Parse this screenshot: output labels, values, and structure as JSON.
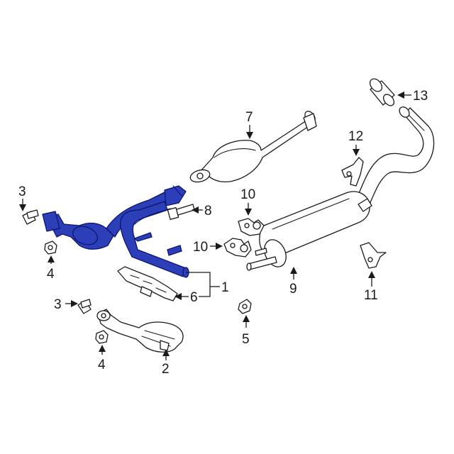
{
  "diagram": {
    "colors": {
      "highlight": "#2c3fb8",
      "line": "#1a1a1a",
      "background": "#ffffff"
    },
    "callouts": {
      "c1": "1",
      "c2": "2",
      "c3a": "3",
      "c3b": "3",
      "c4a": "4",
      "c4b": "4",
      "c5": "5",
      "c6": "6",
      "c7": "7",
      "c8": "8",
      "c9": "9",
      "c10a": "10",
      "c10b": "10",
      "c11": "11",
      "c12": "12",
      "c13": "13"
    }
  }
}
